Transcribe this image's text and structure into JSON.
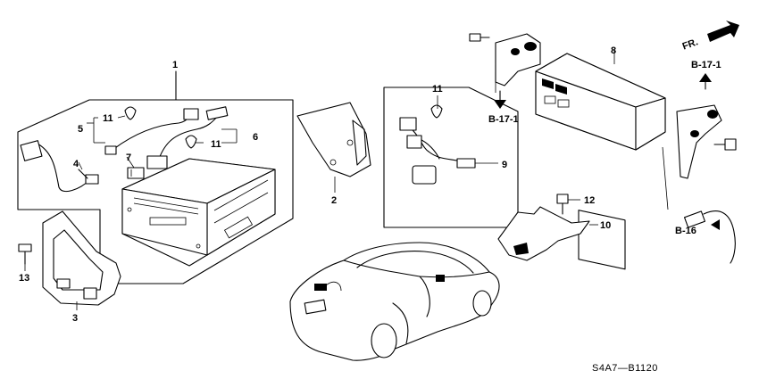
{
  "callouts": {
    "p1": "1",
    "p2": "2",
    "p3": "3",
    "p4": "4",
    "p5": "5",
    "p6": "6",
    "p7": "7",
    "p8": "8",
    "p9": "9",
    "p10": "10",
    "p11a": "11",
    "p11b": "11",
    "p11c": "11",
    "p12": "12",
    "p13": "13"
  },
  "references": {
    "b17_1_center": "B-17-1",
    "b17_1_right": "B-17-1",
    "b16": "B-16"
  },
  "front_marker": "FR.",
  "diagram_code": "S4A7—B1120"
}
